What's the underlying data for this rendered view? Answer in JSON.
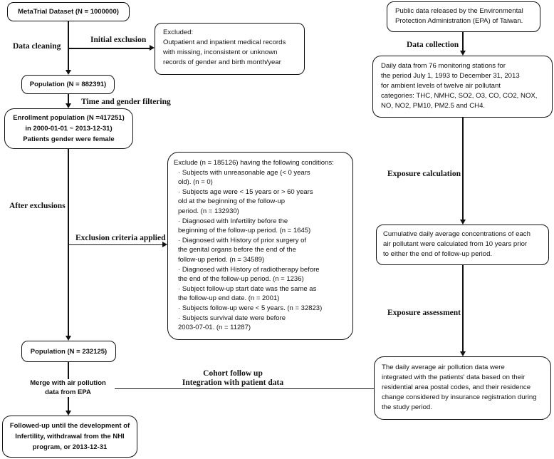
{
  "boxes": {
    "metatrial": "MetaTrial Dataset (N = 1000000)",
    "excluded_title": "Excluded:",
    "excluded_body": "Outpatient and inpatient medical records\nwith missing, inconsistent or unknown\nrecords of gender and birth month/year",
    "population_after_cleaning": "Population (N = 882391)",
    "enrollment": "Enrollment population (N =417251)\nin 2000-01-01 ~ 2013-12-31)\nPatients gender were female",
    "exclusion_header": "Exclude (n = 185126) having the following conditions:",
    "exclusion_items": [
      "Subjects with unreasonable age (< 0 years\nold). (n = 0)",
      "Subjects age were < 15 years or > 60 years\nold at the beginning of the follow-up\nperiod. (n = 132930)",
      "Diagnosed with Infertility before the\nbeginning of the follow-up period. (n = 1645)",
      "Diagnosed with History of prior surgery of\nthe genital organs before the end of the\nfollow-up period. (n = 34589)",
      "Diagnosed with History of radiotherapy before\nthe end of the follow-up period. (n = 1236)",
      "Subject follow-up start date was the same as\nthe follow-up end date. (n = 2001)",
      "Subjects follow-up were < 5 years. (n = 32823)",
      "Subjects survival date were before\n2003-07-01. (n = 11287)"
    ],
    "population_after_exclusion": "Population (N = 232125)",
    "followed_up": "Followed-up until the development of\nInfertility, withdrawal from the NHI\nprogram, or 2013-12-31",
    "public_data": "Public data released by the Environmental\nProtection Administration (EPA) of Taiwan.",
    "daily_data": "Daily data from 76 monitoring stations for\nthe period July 1, 1993 to December 31, 2013\nfor ambient levels of twelve air pollutant\ncategories: THC, NMHC, SO2, O3, CO, CO2, NOX,\nNO, NO2, PM10, PM2.5 and CH4.",
    "cumulative": "Cumulative daily average concentrations of each\nair pollutant were calculated from 10 years prior\nto either the end of follow-up period.",
    "integration": "The daily average air pollution data were\nintegrated with the patients' data based on their\nresidential area postal codes, and their residence\nchange considered by insurance registration during\nthe study period."
  },
  "labels": {
    "data_cleaning": "Data cleaning",
    "initial_exclusion": "Initial exclusion",
    "time_gender_filtering": "Time and gender filtering",
    "after_exclusions": "After exclusions",
    "exclusion_criteria_applied": "Exclusion criteria applied",
    "merge": "Merge with air pollution\ndata from EPA",
    "cohort": "Cohort follow up\nIntegration with patient data",
    "data_collection": "Data collection",
    "exposure_calculation": "Exposure calculation",
    "exposure_assessment": "Exposure assessment"
  },
  "colors": {
    "line": "#111111",
    "text": "#111111",
    "background": "#ffffff"
  }
}
